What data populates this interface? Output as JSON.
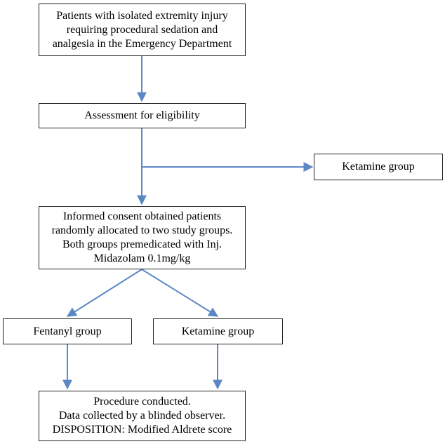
{
  "boxes": {
    "patients": [
      "Patients with isolated extremity injury",
      "requiring procedural sedation and",
      "analgesia in the Emergency Department"
    ],
    "assessment": "Assessment for eligibility",
    "excluded": "Ketamine group",
    "consent": [
      "Informed consent obtained patients",
      "randomly allocated to two study groups.",
      "Both groups premedicated with Inj.",
      "Midazolam 0.1mg/kg"
    ],
    "fentanyl": "Fentanyl group",
    "ketamine": "Ketamine group",
    "procedure": [
      "Procedure conducted.",
      "Data collected by a blinded observer.",
      "DISPOSITION: Modified Aldrete score"
    ]
  },
  "colors": {
    "arrow": "#5b87c5",
    "border": "#222222"
  }
}
